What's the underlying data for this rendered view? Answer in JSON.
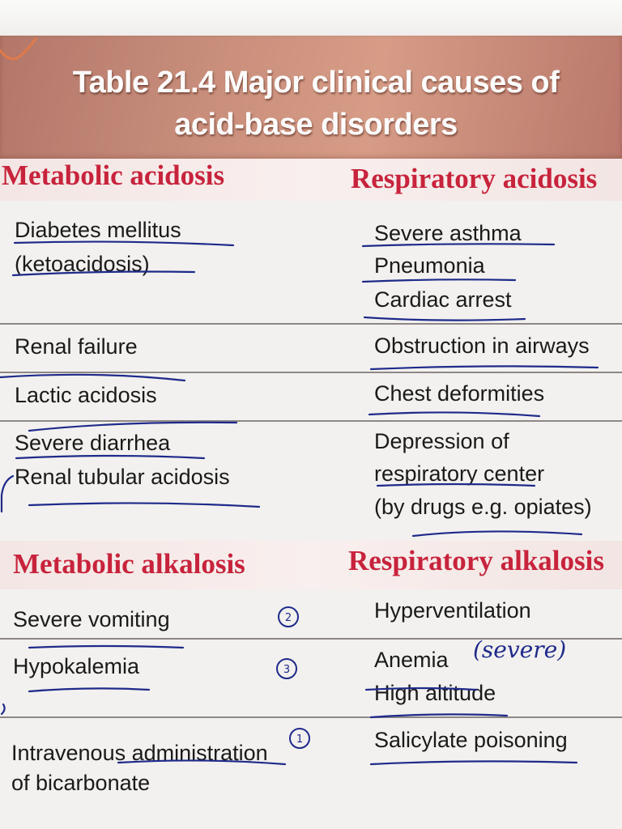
{
  "table": {
    "title_line1": "Table 21.4 Major clinical causes of",
    "title_line2": "acid-base disorders"
  },
  "sections": [
    {
      "left_heading": "Metabolic acidosis",
      "right_heading": "Respiratory acidosis",
      "rows": [
        {
          "left": [
            "Diabetes mellitus",
            "(ketoacidosis)"
          ],
          "right": [
            "Severe asthma",
            "Pneumonia",
            "Cardiac arrest"
          ]
        },
        {
          "left": [
            "Renal failure"
          ],
          "right": [
            "Obstruction in airways"
          ]
        },
        {
          "left": [
            "Lactic acidosis"
          ],
          "right": [
            "Chest deformities"
          ]
        },
        {
          "left": [
            "Severe diarrhea",
            "Renal tubular acidosis"
          ],
          "right": [
            "Depression of",
            "respiratory center",
            "(by drugs e.g. opiates)"
          ]
        }
      ]
    },
    {
      "left_heading": "Metabolic alkalosis",
      "right_heading": "Respiratory alkalosis",
      "rows": [
        {
          "left": [
            "Severe vomiting"
          ],
          "right": [
            "Hyperventilation"
          ]
        },
        {
          "left": [
            "Hypokalemia"
          ],
          "right": [
            "Anemia",
            "High altitude"
          ]
        },
        {
          "left": [
            "Intravenous administration",
            "of bicarbonate"
          ],
          "right": [
            "Salicylate poisoning"
          ]
        }
      ]
    }
  ],
  "handwriting": {
    "anemia_note": "(severe)",
    "circled_marks": [
      "2",
      "3",
      "1"
    ]
  },
  "colors": {
    "header_band": "#c48a78",
    "heading_red": "#c8233c",
    "pen_ink": "#1f2a8a",
    "body_text": "#1a1a1a"
  }
}
